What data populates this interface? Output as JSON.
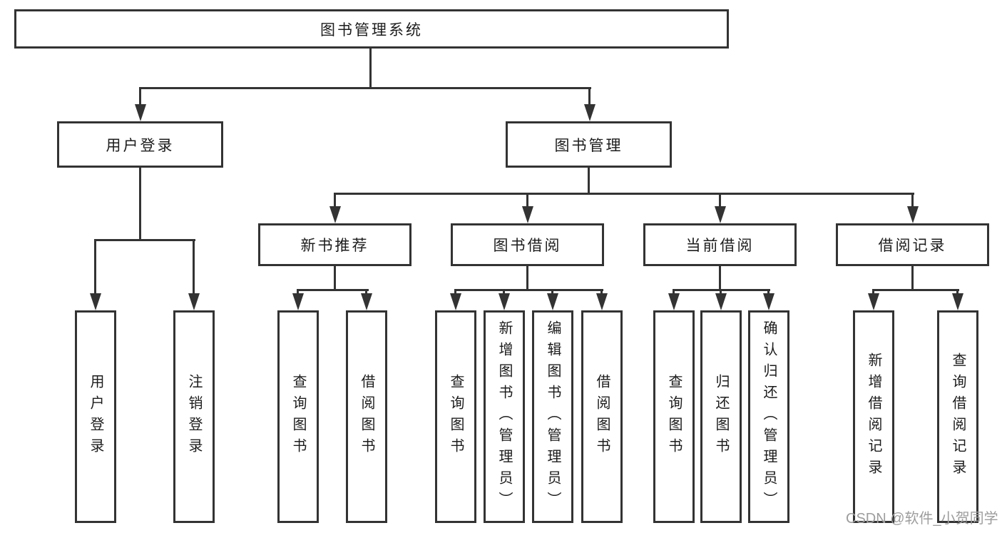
{
  "diagram": {
    "root": {
      "label": "图书管理系统"
    },
    "level2": [
      {
        "id": "user-login",
        "label": "用户登录"
      },
      {
        "id": "book-management",
        "label": "图书管理"
      }
    ],
    "level3": [
      {
        "id": "new-book-recommend",
        "label": "新书推荐",
        "parent": "图书管理"
      },
      {
        "id": "book-borrow",
        "label": "图书借阅",
        "parent": "图书管理"
      },
      {
        "id": "current-borrow",
        "label": "当前借阅",
        "parent": "图书管理"
      },
      {
        "id": "borrow-records",
        "label": "借阅记录",
        "parent": "图书管理"
      }
    ],
    "leaves": [
      {
        "parent": "用户登录",
        "label": "用户登录"
      },
      {
        "parent": "用户登录",
        "label": "注销登录"
      },
      {
        "parent": "新书推荐",
        "label": "查询图书"
      },
      {
        "parent": "新书推荐",
        "label": "借阅图书"
      },
      {
        "parent": "图书借阅",
        "label": "查询图书"
      },
      {
        "parent": "图书借阅",
        "label": "新增图书（管理员）"
      },
      {
        "parent": "图书借阅",
        "label": "编辑图书（管理员）"
      },
      {
        "parent": "图书借阅",
        "label": "借阅图书"
      },
      {
        "parent": "当前借阅",
        "label": "查询图书"
      },
      {
        "parent": "当前借阅",
        "label": "归还图书"
      },
      {
        "parent": "当前借阅",
        "label": "确认归还（管理员）"
      },
      {
        "parent": "借阅记录",
        "label": "新增借阅记录"
      },
      {
        "parent": "借阅记录",
        "label": "查询借阅记录"
      }
    ]
  },
  "watermark": "CSDN @软件_小贺同学",
  "colors": {
    "line": "#333333",
    "text": "#1c1c1c",
    "watermark": "#9d9d9d",
    "background": "#ffffff"
  }
}
